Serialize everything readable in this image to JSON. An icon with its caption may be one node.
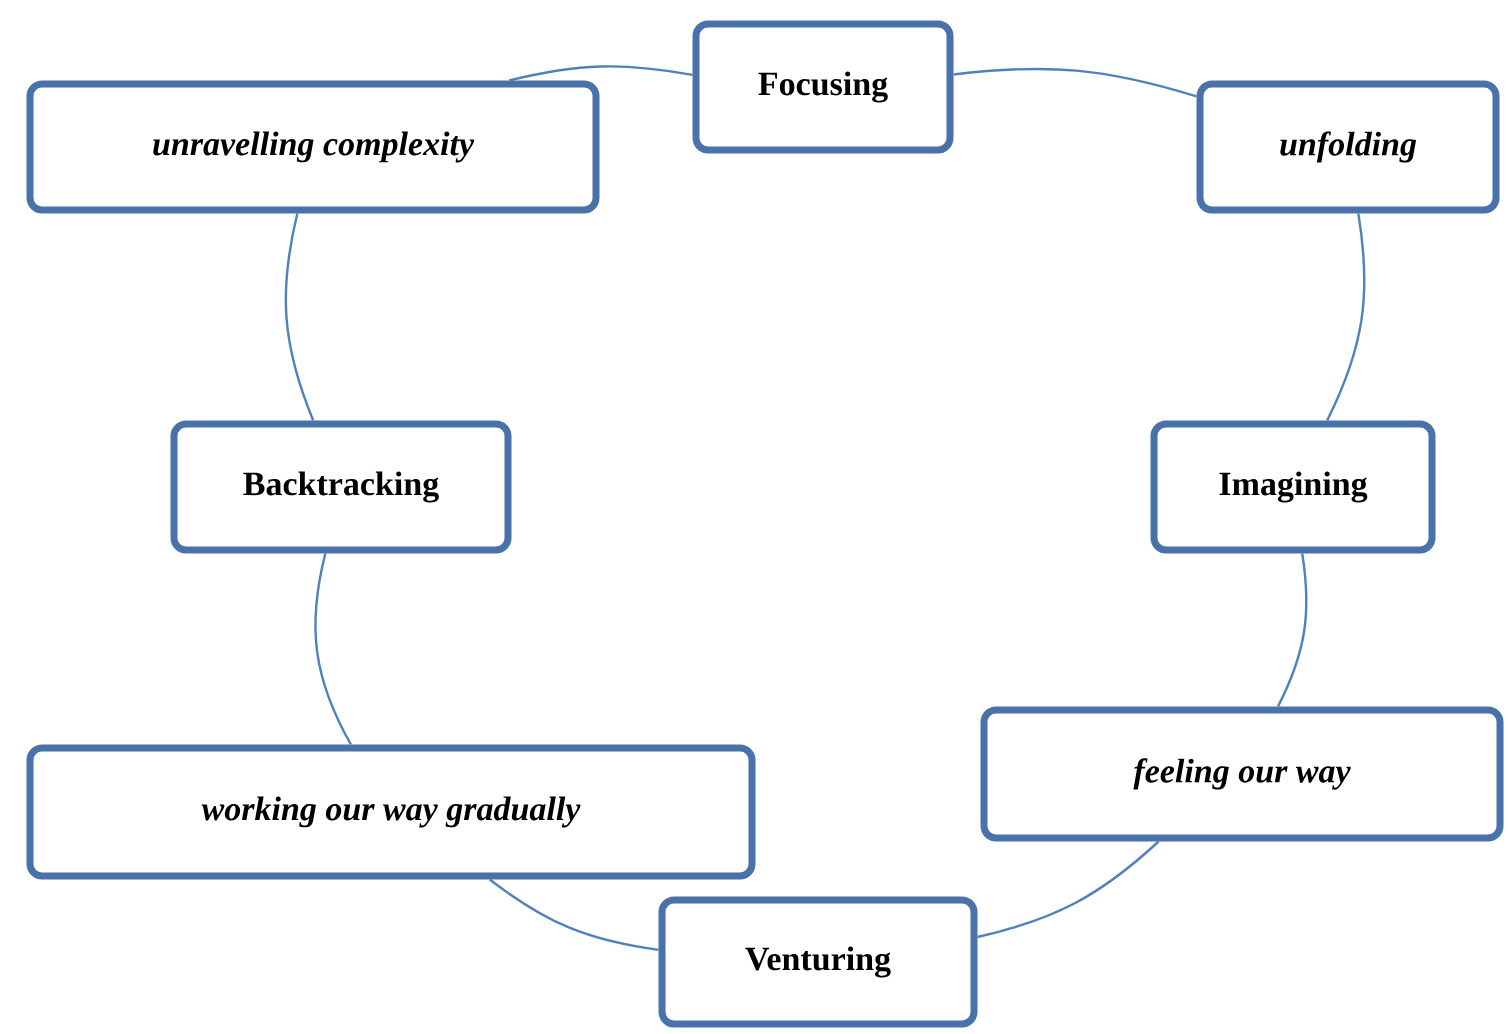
{
  "diagram": {
    "nodes": [
      {
        "text": [
          "Focusing"
        ]
      },
      {
        "text": [
          "unravelling complexity"
        ]
      },
      {
        "text": [
          "unfolding"
        ]
      },
      {
        "text": [
          "Backtracking"
        ]
      },
      {
        "text": [
          "Imagining"
        ]
      },
      {
        "text": [
          "working our way gradually"
        ]
      },
      {
        "text": [
          "feeling our way"
        ]
      },
      {
        "text": [
          "Venturing"
        ]
      }
    ],
    "edges": [
      {
        "from": 0,
        "to": 1,
        "arrow": "none"
      },
      {
        "from": 0,
        "to": 2,
        "arrow": "none"
      },
      {
        "from": 1,
        "to": 3,
        "arrow": "none"
      },
      {
        "from": 2,
        "to": 4,
        "arrow": "none"
      },
      {
        "from": 3,
        "to": 5,
        "arrow": "none"
      },
      {
        "from": 4,
        "to": 6,
        "arrow": "none"
      },
      {
        "from": 5,
        "to": 7,
        "arrow": "none"
      },
      {
        "from": 6,
        "to": 7,
        "arrow": "none"
      }
    ]
  }
}
